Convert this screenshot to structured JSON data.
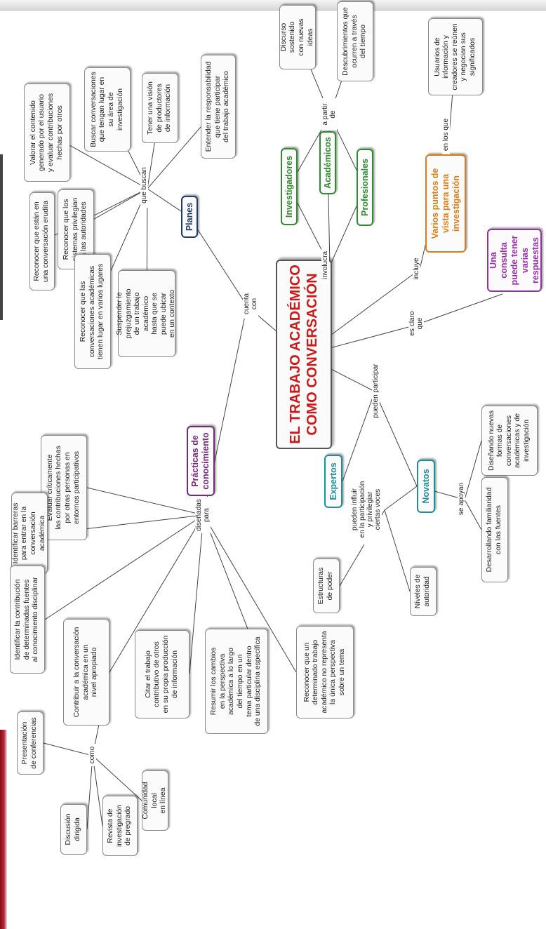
{
  "colors": {
    "root": "#d01818",
    "investigadores": "#2e8b2e",
    "academicos": "#2e8b2e",
    "profesionales": "#2e8b2e",
    "planes": "#1f3a6e",
    "practicas": "#7a2580",
    "expertos": "#1a8fa0",
    "novatos": "#1a8fa0",
    "puntos": "#e07b12",
    "consulta": "#9b2cb0",
    "accent_bar": "#c0283a"
  },
  "nodes": {
    "root": "EL TRABAJO ACADÉMICO\nCOMO CONVERSACIÓN",
    "investigadores": "Investigadores",
    "academicos": "Académicos",
    "profesionales": "Profesionales",
    "discurso": "Discurso sostenido\ncon nuevas ideas",
    "descubrimientos": "Descubrimientos que\nocurren a través\ndel tiempo",
    "puntos": "Varios puntos de\nvista para una\ninvestigación",
    "usuarios": "Usuarios de\ninformación y\ncreadores se reúnen\ny negocian sus\nsignificados",
    "consulta": "Una consulta\npuede tener\nvarias\nrespuestas",
    "planes": "Planes",
    "reconocer_erudita": "Reconocer que están en\nuna conversación erudita",
    "reconocer_sistemas": "Reconocer que los\nsistemas privilegian\na las autoridades",
    "valorar": "Valorar el contenido\ngenerado por el usuario\ny evaluar contribuciones\nhechas por otros",
    "buscar_conv": "Buscar conversaciones\nque tengan lugar en\nsu área de\ninvestigación",
    "tener_vision": "Tener una visión\nde productores\nde información",
    "entender": "Entender la responsabilidad\nque tiene participar\ndel trabajo académico",
    "reconocer_lugares": "Reconocer que las\nconversaciones académicas\ntienen lugar en varios lugares",
    "suspender": "Suspender le\nprejuzgamiento\nde un trabajo\nacadémico\nhasta que se\npuede ubicar\nen un contexto",
    "practicas": "Prácticas de\nconocimiento",
    "evaluar": "Evaluar críticamente\nlas contribuciones hechas\npor otras personas en\nentornos participativos",
    "identificar_barreras": "Identificar barreras\npara entrar en la\nconversación académica",
    "identificar_contrib": "Identificar la contribución\nde determinadas fuentes\nal conocimiento disciplinar",
    "contribuir": "Contribuir a la conversación\nacadémica en un\nnivel apropiado",
    "citar": "Citar el trabajo\ncontributivo de otros\nen su propia producción\nde información",
    "resumir": "Resumir los cambios\nen la perspectiva\nacadémica a lo largo\ndel tiempo en un\ntema particular dentro\nde una disciplina específica",
    "reconocer_determinado": "Reconocer que un\ndeterminado trabajo\nacadémico no representa\nla única perspectiva\nsobre un tema",
    "presentacion": "Presentación\nde conferencias",
    "discusion": "Discusión\ndirigida",
    "revista": "Revista de\ninvestigación\nde pregrado",
    "comunidad": "Comunidad local\nen línea",
    "expertos": "Expertos",
    "novatos": "Novatos",
    "estructuras": "Estructuras\nde poder",
    "niveles": "Niveles de\nautoridad",
    "disenando": "Diseñando nuevas\nformas de\nconversaciones\nacadémicas y de\ninvestigación",
    "desarrollando": "Desarrollando familiaridad\ncon las fuentes"
  },
  "linking_words": {
    "involucra": "involucra",
    "a_partir_de": "a partir\nde",
    "en_los_que": "en los que",
    "incluye": "incluye",
    "es_claro_que": "es claro\nque",
    "que_buscan": "que buscan",
    "cuenta_con": "cuenta\ncon",
    "pueden_participar": "pueden participar",
    "disenadas_para": "diseñadas\npara",
    "como": "como",
    "pueden_influir": "pueden influir\nen la participación\ny privilegiar\nciertas voces",
    "se_apoyan": "se apoyan"
  }
}
